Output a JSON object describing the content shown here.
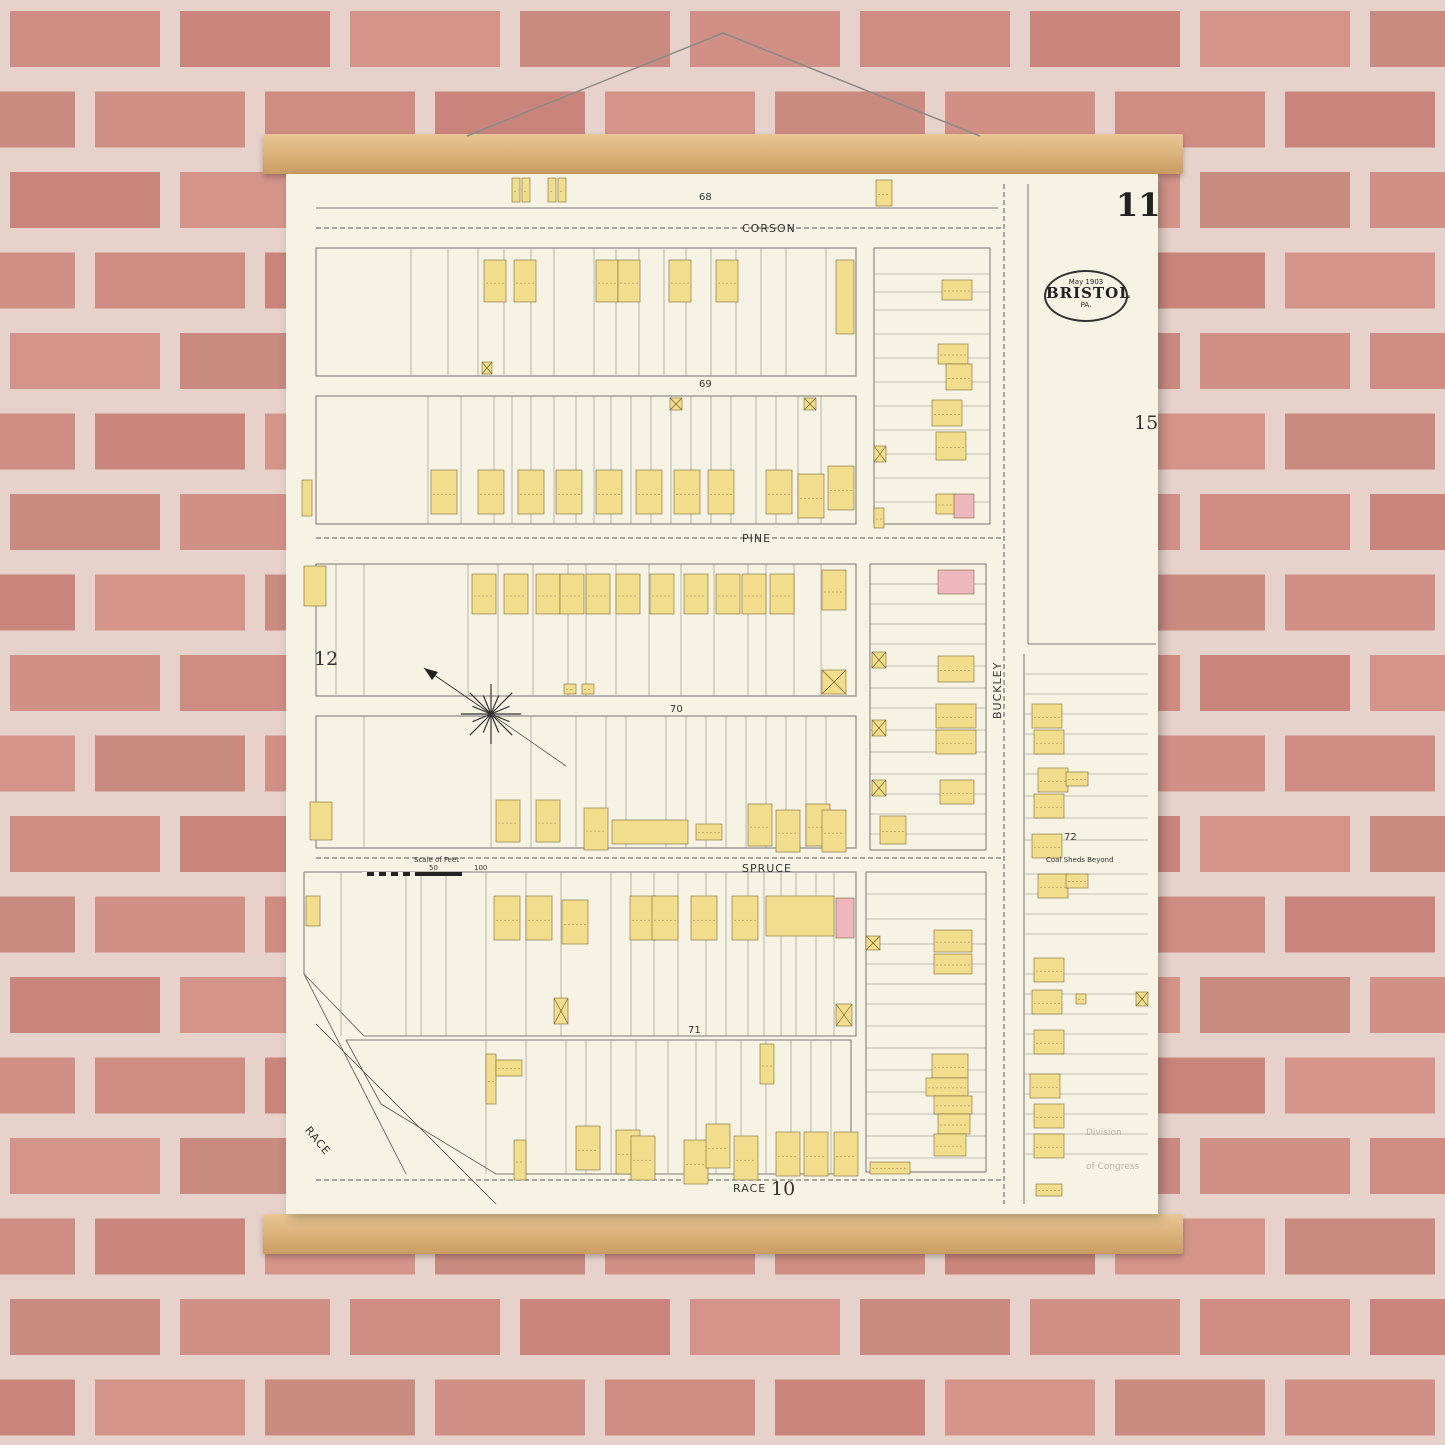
{
  "map": {
    "page_number": "11",
    "stamp": {
      "date": "May 1903",
      "city": "BRISTOL",
      "state": "PA."
    },
    "streets": {
      "corson": "CORSON",
      "pine": "PINE",
      "spruce": "SPRUCE",
      "race": "RACE",
      "race_diag": "RACE",
      "buckley": "BUCKLEY"
    },
    "blocks": {
      "b68": "68",
      "b69": "69",
      "b70": "70",
      "b71": "71",
      "b72": "72"
    },
    "adjoining": {
      "left": "12",
      "right": "15",
      "bottom": "10"
    },
    "scale_label": "Scale of Feet",
    "scale_ticks": [
      "50",
      "100"
    ],
    "notes": {
      "coal_sheds": "Coal Sheds Beyond"
    },
    "watermark": [
      "Division",
      "of Congress"
    ]
  },
  "colors": {
    "wall": "#e6d2cb",
    "brick": "#cf8c82",
    "paper": "#f6f3e4",
    "frame_building": "#f2dd8c",
    "brick_building": "#efb6bd",
    "rail": "#d8ae75"
  }
}
